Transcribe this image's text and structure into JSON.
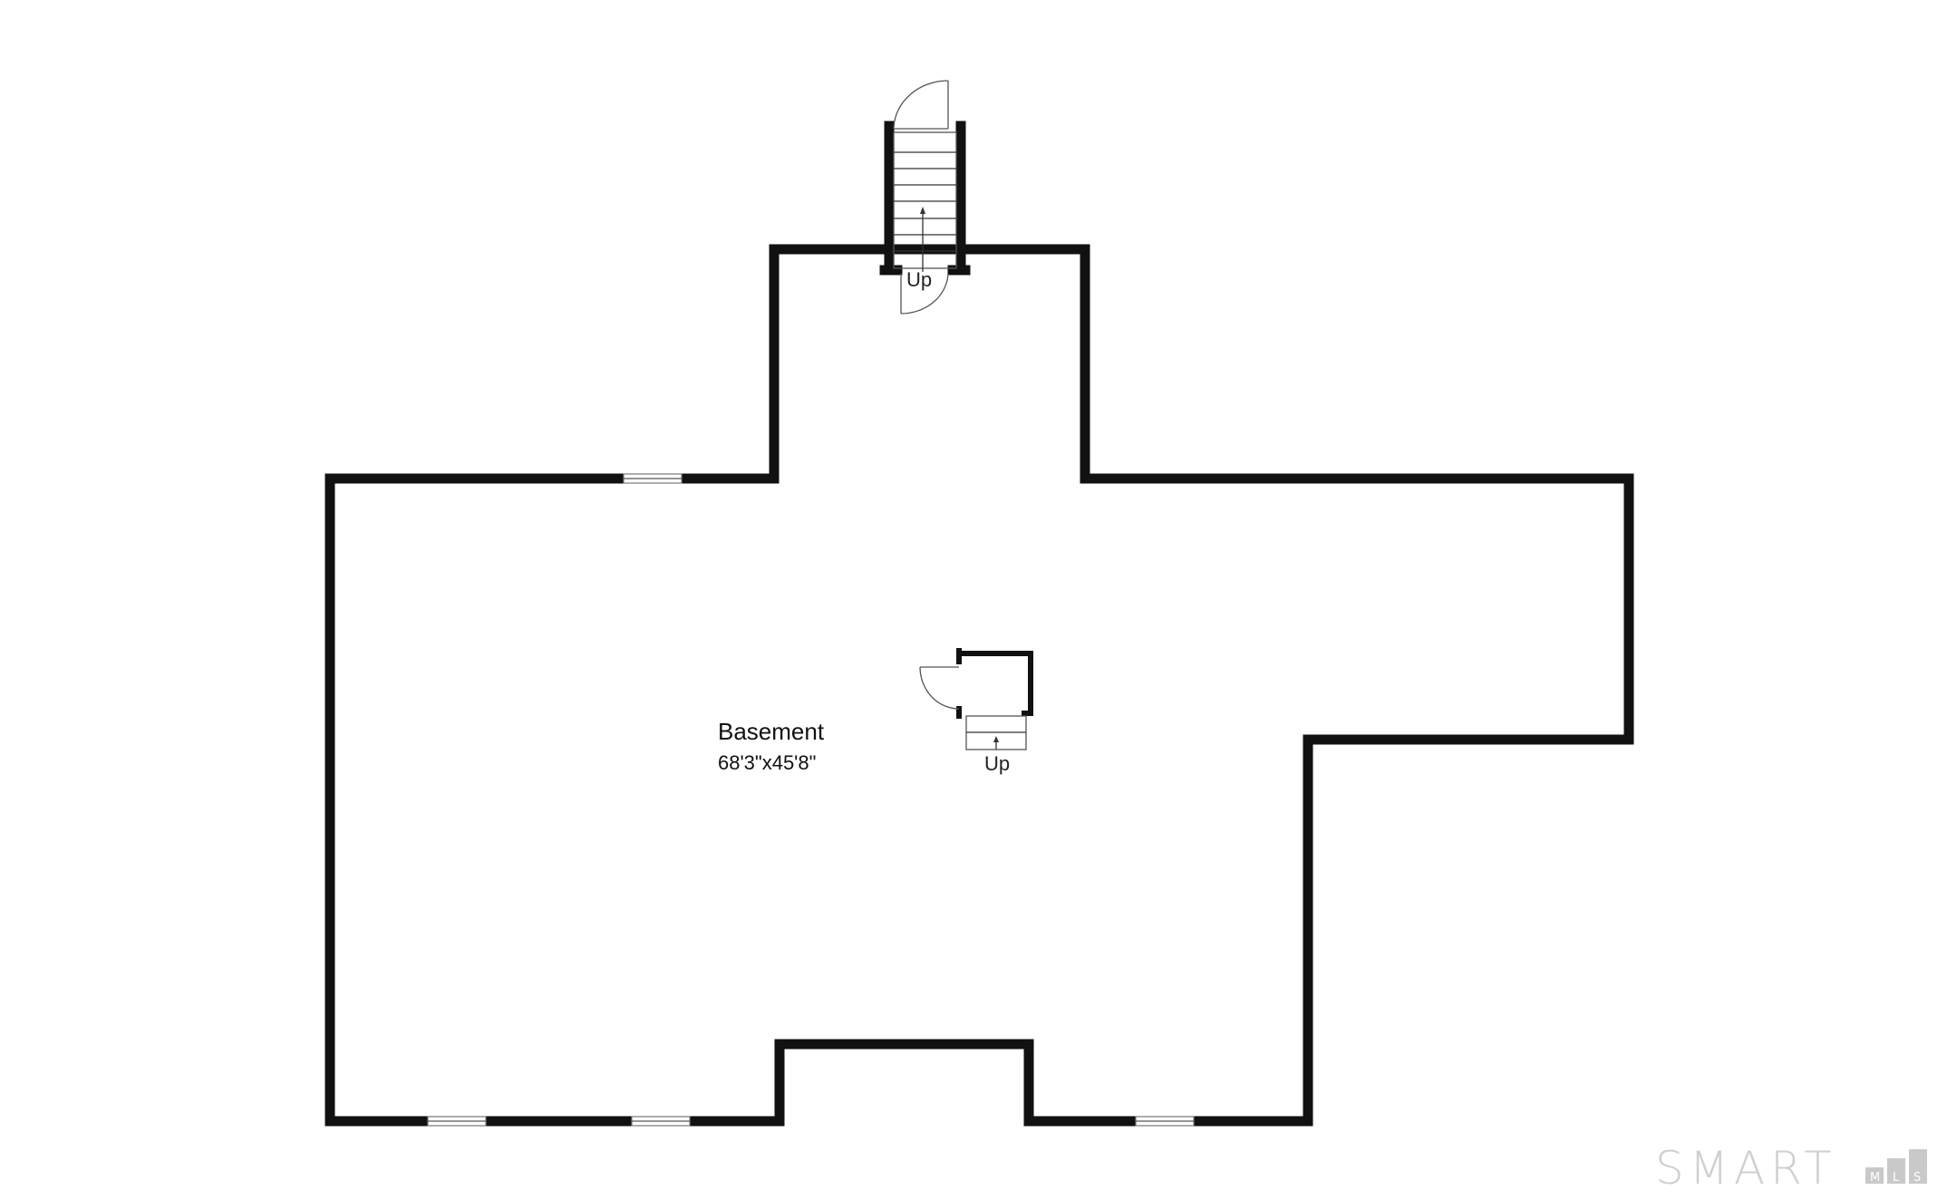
{
  "room": {
    "name": "Basement",
    "dimensions": "68'3\"x45'8\""
  },
  "stairs": {
    "upper_label": "Up",
    "inner_label": "Up"
  },
  "logo": {
    "wordmark": "SMART",
    "letters": [
      "M",
      "L",
      "S"
    ]
  },
  "colors": {
    "wall": "#111111",
    "background": "#ffffff",
    "logo": "#cfcfcf"
  }
}
